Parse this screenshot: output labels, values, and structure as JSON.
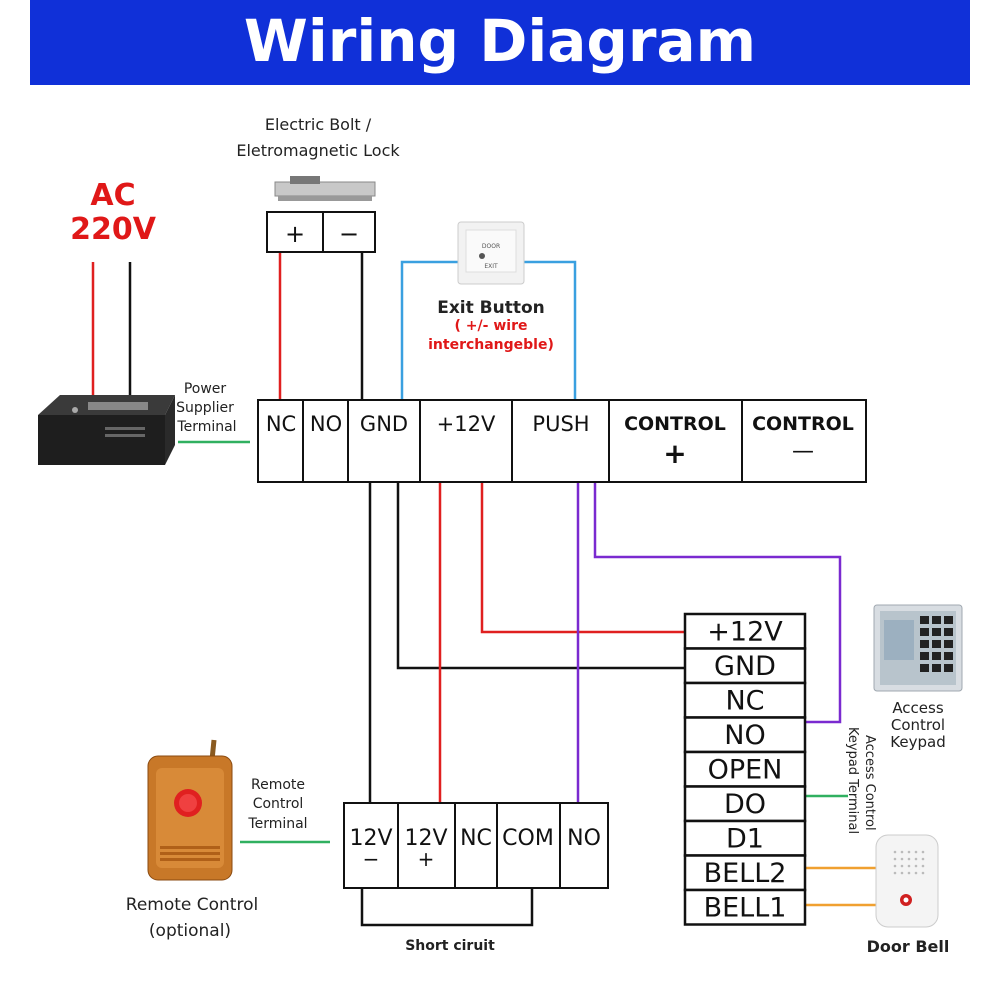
{
  "title": "Wiring Diagram",
  "ac_label": {
    "line1": "AC",
    "line2": "220V"
  },
  "lock_label": {
    "line1": "Electric Bolt /",
    "line2": "Eletromagnetic Lock"
  },
  "lock_terminals": [
    "+",
    "−"
  ],
  "exit_button": {
    "name": "Exit Button",
    "note1": "( +/- wire",
    "note2": "interchangeble)",
    "face1": "DOOR",
    "face2": "EXIT"
  },
  "power_label": {
    "line1": "Power",
    "line2": "Supplier",
    "line3": "Terminal"
  },
  "main_terminals": {
    "nc": "NC",
    "no": "NO",
    "gnd": "GND",
    "v12": "+12V",
    "push": "PUSH",
    "control": "CONTROL",
    "plus": "+",
    "minus": "—"
  },
  "keypad_terminals": [
    "+12V",
    "GND",
    "NC",
    "NO",
    "OPEN",
    "DO",
    "D1",
    "BELL2",
    "BELL1"
  ],
  "keypad_label": {
    "line1": "Access",
    "line2": "Control",
    "line3": "Keypad"
  },
  "keypad_terminal_label": {
    "line1": "Access Control",
    "line2": "Keypad Terminal"
  },
  "remote_terminals": {
    "t1_top": "12V",
    "t1_bottom": "−",
    "t2_top": "12V",
    "t2_bottom": "+",
    "nc": "NC",
    "com": "COM",
    "no": "NO"
  },
  "remote_terminal_label": {
    "line1": "Remote",
    "line2": "Control",
    "line3": "Terminal"
  },
  "remote_label": {
    "line1": "Remote Control",
    "line2": "(optional)"
  },
  "short_circuit": "Short ciruit",
  "doorbell_label": "Door Bell",
  "colors": {
    "banner": "#1030d8",
    "red_wire": "#e02020",
    "black_wire": "#111111",
    "blue_wire": "#3aa0e0",
    "purple_wire": "#7a2ad0",
    "green_wire": "#30b060",
    "orange_wire": "#f0a030",
    "ac_text": "#e01818"
  }
}
